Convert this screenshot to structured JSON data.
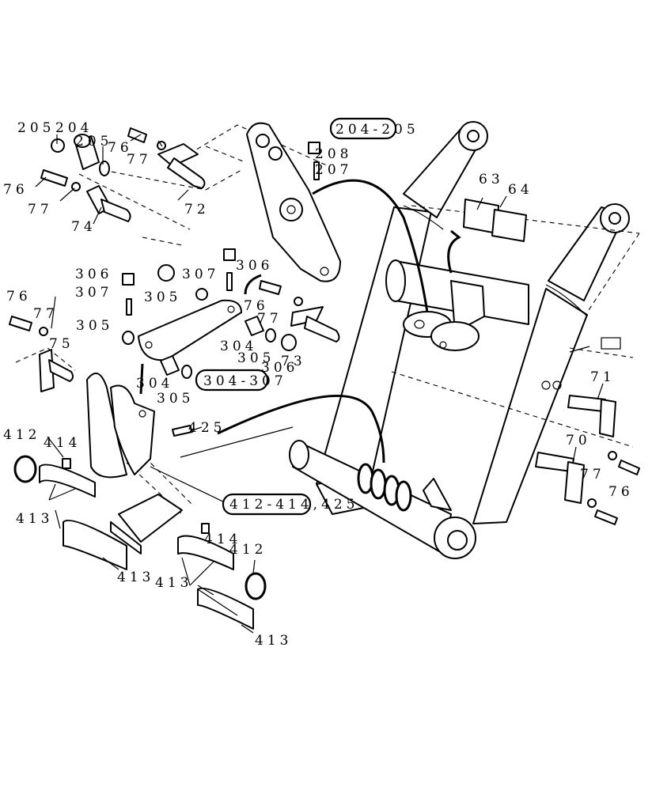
{
  "callouts": [
    {
      "text": "205"
    },
    {
      "text": "204"
    },
    {
      "text": "205"
    },
    {
      "text": "76"
    },
    {
      "text": "77"
    },
    {
      "text": "76"
    },
    {
      "text": "77"
    },
    {
      "text": "72"
    },
    {
      "text": "74"
    },
    {
      "text": "208"
    },
    {
      "text": "207"
    },
    {
      "text": "63"
    },
    {
      "text": "64"
    },
    {
      "text": "306"
    },
    {
      "text": "307"
    },
    {
      "text": "306"
    },
    {
      "text": "307"
    },
    {
      "text": "305"
    },
    {
      "text": "76"
    },
    {
      "text": "77"
    },
    {
      "text": "305"
    },
    {
      "text": "75"
    },
    {
      "text": "76"
    },
    {
      "text": "77"
    },
    {
      "text": "304"
    },
    {
      "text": "305"
    },
    {
      "text": "306"
    },
    {
      "text": "73"
    },
    {
      "text": "304"
    },
    {
      "text": "305"
    },
    {
      "text": "71"
    },
    {
      "text": "70"
    },
    {
      "text": "77"
    },
    {
      "text": "76"
    },
    {
      "text": "425"
    },
    {
      "text": "412"
    },
    {
      "text": "414"
    },
    {
      "text": "413"
    },
    {
      "text": "414"
    },
    {
      "text": "412"
    },
    {
      "text": "413"
    },
    {
      "text": "413"
    },
    {
      "text": "413"
    }
  ],
  "references": [
    {
      "text": "204-205"
    },
    {
      "text": "304-307"
    },
    {
      "text": "412-414,425"
    }
  ]
}
